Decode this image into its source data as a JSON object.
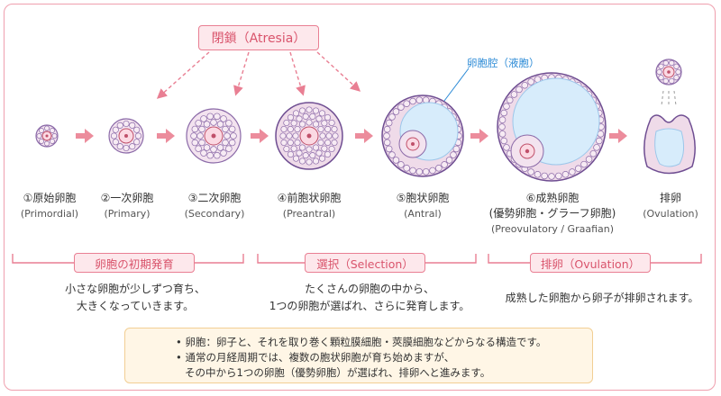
{
  "atresia_label": "閉鎖（Atresia）",
  "cavity_label": "卵胞腔（液胞）",
  "stages": [
    {
      "title": "①原始卵胞",
      "subtitle": "(Primordial)"
    },
    {
      "title": "②一次卵胞",
      "subtitle": "(Primary)"
    },
    {
      "title": "③二次卵胞",
      "subtitle": "(Secondary)"
    },
    {
      "title": "④前胞状卵胞",
      "subtitle": "(Preantral)"
    },
    {
      "title": "⑤胞状卵胞",
      "subtitle": "(Antral)"
    },
    {
      "title": "⑥成熟卵胞",
      "title2": "(優勢卵胞・グラーフ卵胞)",
      "subtitle": "(Preovulatory / Graafian)"
    },
    {
      "title": "排卵",
      "subtitle": "(Ovulation)"
    }
  ],
  "sections": [
    {
      "label": "卵胞の初期発育",
      "desc_lines": [
        "小さな卵胞が少しずつ育ち、",
        "大きくなっていきます。"
      ]
    },
    {
      "label": "選択（Selection）",
      "desc_lines": [
        "たくさんの卵胞の中から、",
        "1つの卵胞が選ばれ、さらに発育します。"
      ]
    },
    {
      "label": "排卵（Ovulation）",
      "desc_lines": [
        "成熟した卵胞から卵子が排卵されます。"
      ]
    }
  ],
  "notes": [
    "• 卵胞：卵子と、それを取り巻く顆粒膜細胞・莢膜細胞などからなる構造です。",
    "• 通常の月経周期では、複数の胞状卵胞が育ち始めますが、",
    "その中から1つの卵胞（優勢卵胞）が選ばれ、排卵へと進みます。"
  ],
  "colors": {
    "accent": "#e97f93",
    "accent_bg": "#fde8ec",
    "cell_fill": "#f3e3ef",
    "cell_stroke": "#8b6aa8",
    "fluid": "#d7ecfb",
    "note_bg": "#fff6e6"
  }
}
